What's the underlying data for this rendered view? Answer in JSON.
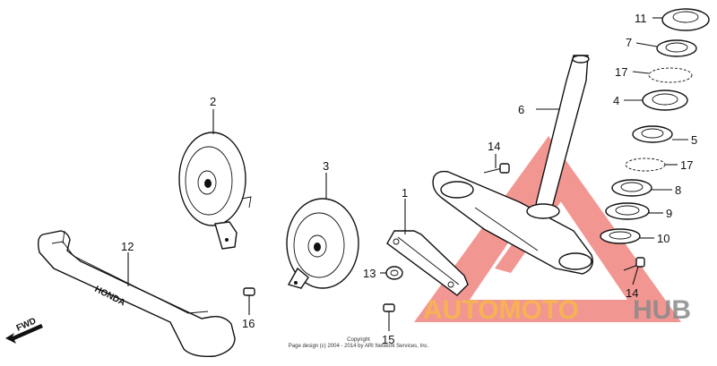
{
  "callouts": {
    "p1": "1",
    "p2": "2",
    "p3": "3",
    "p4": "4",
    "p5": "5",
    "p6": "6",
    "p7": "7",
    "p8": "8",
    "p9": "9",
    "p10": "10",
    "p11": "11",
    "p12": "12",
    "p13": "13",
    "p14a": "14",
    "p14b": "14",
    "p15": "15",
    "p16": "16",
    "p17a": "17",
    "p17b": "17"
  },
  "fwd_label": "FWD",
  "copyright": {
    "line1": "Copyright",
    "line2": "Page design (c) 2004 - 2014 by ARI Network Services, Inc."
  },
  "watermark": {
    "part1": "AUTOMOTO",
    "part2": "HUB"
  },
  "colors": {
    "ink": "#111111",
    "watermark_red": "#e8413a",
    "watermark_orange": "#f7b74a",
    "watermark_gray": "#8a8a8a"
  }
}
